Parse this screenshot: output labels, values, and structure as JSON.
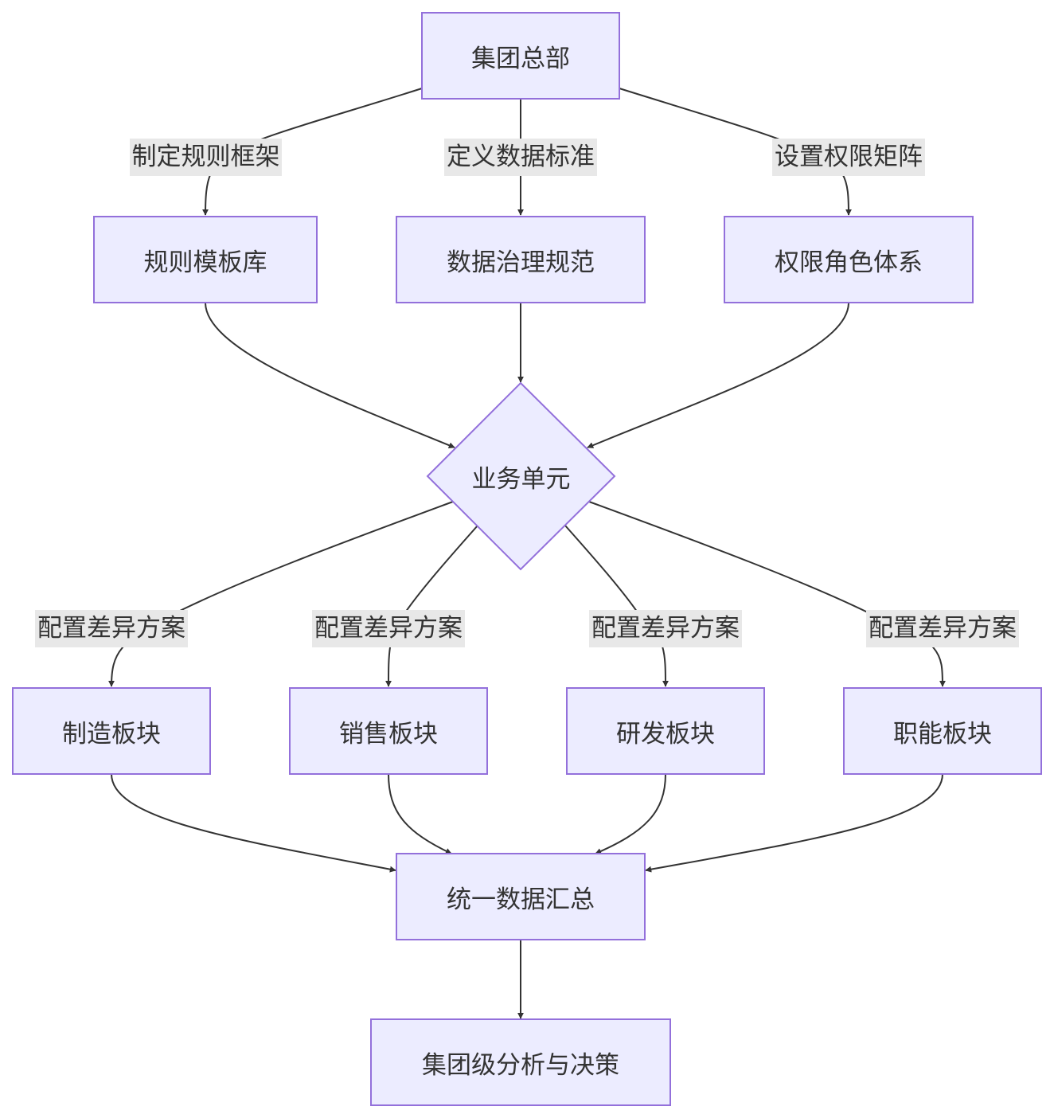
{
  "nodes": {
    "hq": "集团总部",
    "rule_template_library": "规则模板库",
    "data_governance_spec": "数据治理规范",
    "permission_role_system": "权限角色体系",
    "business_unit": "业务单元",
    "manufacturing": "制造板块",
    "sales": "销售板块",
    "rnd": "研发板块",
    "functional": "职能板块",
    "unified_data_summary": "统一数据汇总",
    "group_analysis_decision": "集团级分析与决策"
  },
  "edge_labels": {
    "hq_to_rules": "制定规则框架",
    "hq_to_data": "定义数据标准",
    "hq_to_permission": "设置权限矩阵",
    "bu_to_manufacturing": "配置差异方案",
    "bu_to_sales": "配置差异方案",
    "bu_to_rnd": "配置差异方案",
    "bu_to_functional": "配置差异方案"
  },
  "colors": {
    "node_fill": "#ececff",
    "node_stroke": "#9370db",
    "edge": "#333333",
    "edge_label_bg": "#e8e8e8",
    "text": "#333333"
  }
}
